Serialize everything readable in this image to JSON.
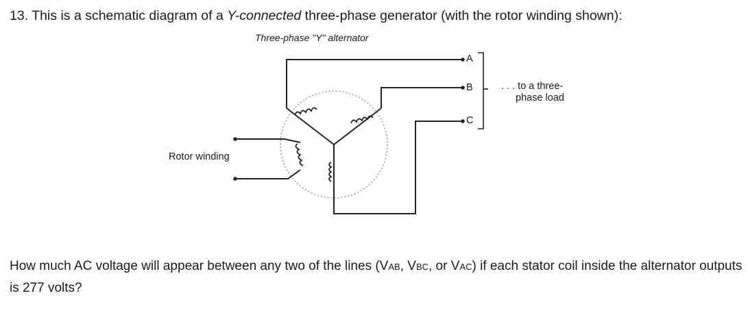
{
  "question": {
    "number": "13.",
    "intro_before": "This is a schematic diagram of a ",
    "intro_italic": "Y-connected",
    "intro_after": " three-phase generator (with the rotor winding shown):",
    "prompt_part1": "How much AC voltage will appear between any two of the lines (V",
    "sub_ab": "AB",
    "prompt_part2": ", V",
    "sub_bc": "BC",
    "prompt_part3": ", or V",
    "sub_ac": "AC",
    "prompt_part4": ") if each stator coil inside the alternator outputs is 277 volts?"
  },
  "diagram": {
    "title": "Three-phase \"Y\" alternator",
    "rotor_label": "Rotor winding",
    "terminal_a": "A",
    "terminal_b": "B",
    "terminal_c": "C",
    "load_label_line1": ". . . to a three-",
    "load_label_line2": "phase load"
  }
}
